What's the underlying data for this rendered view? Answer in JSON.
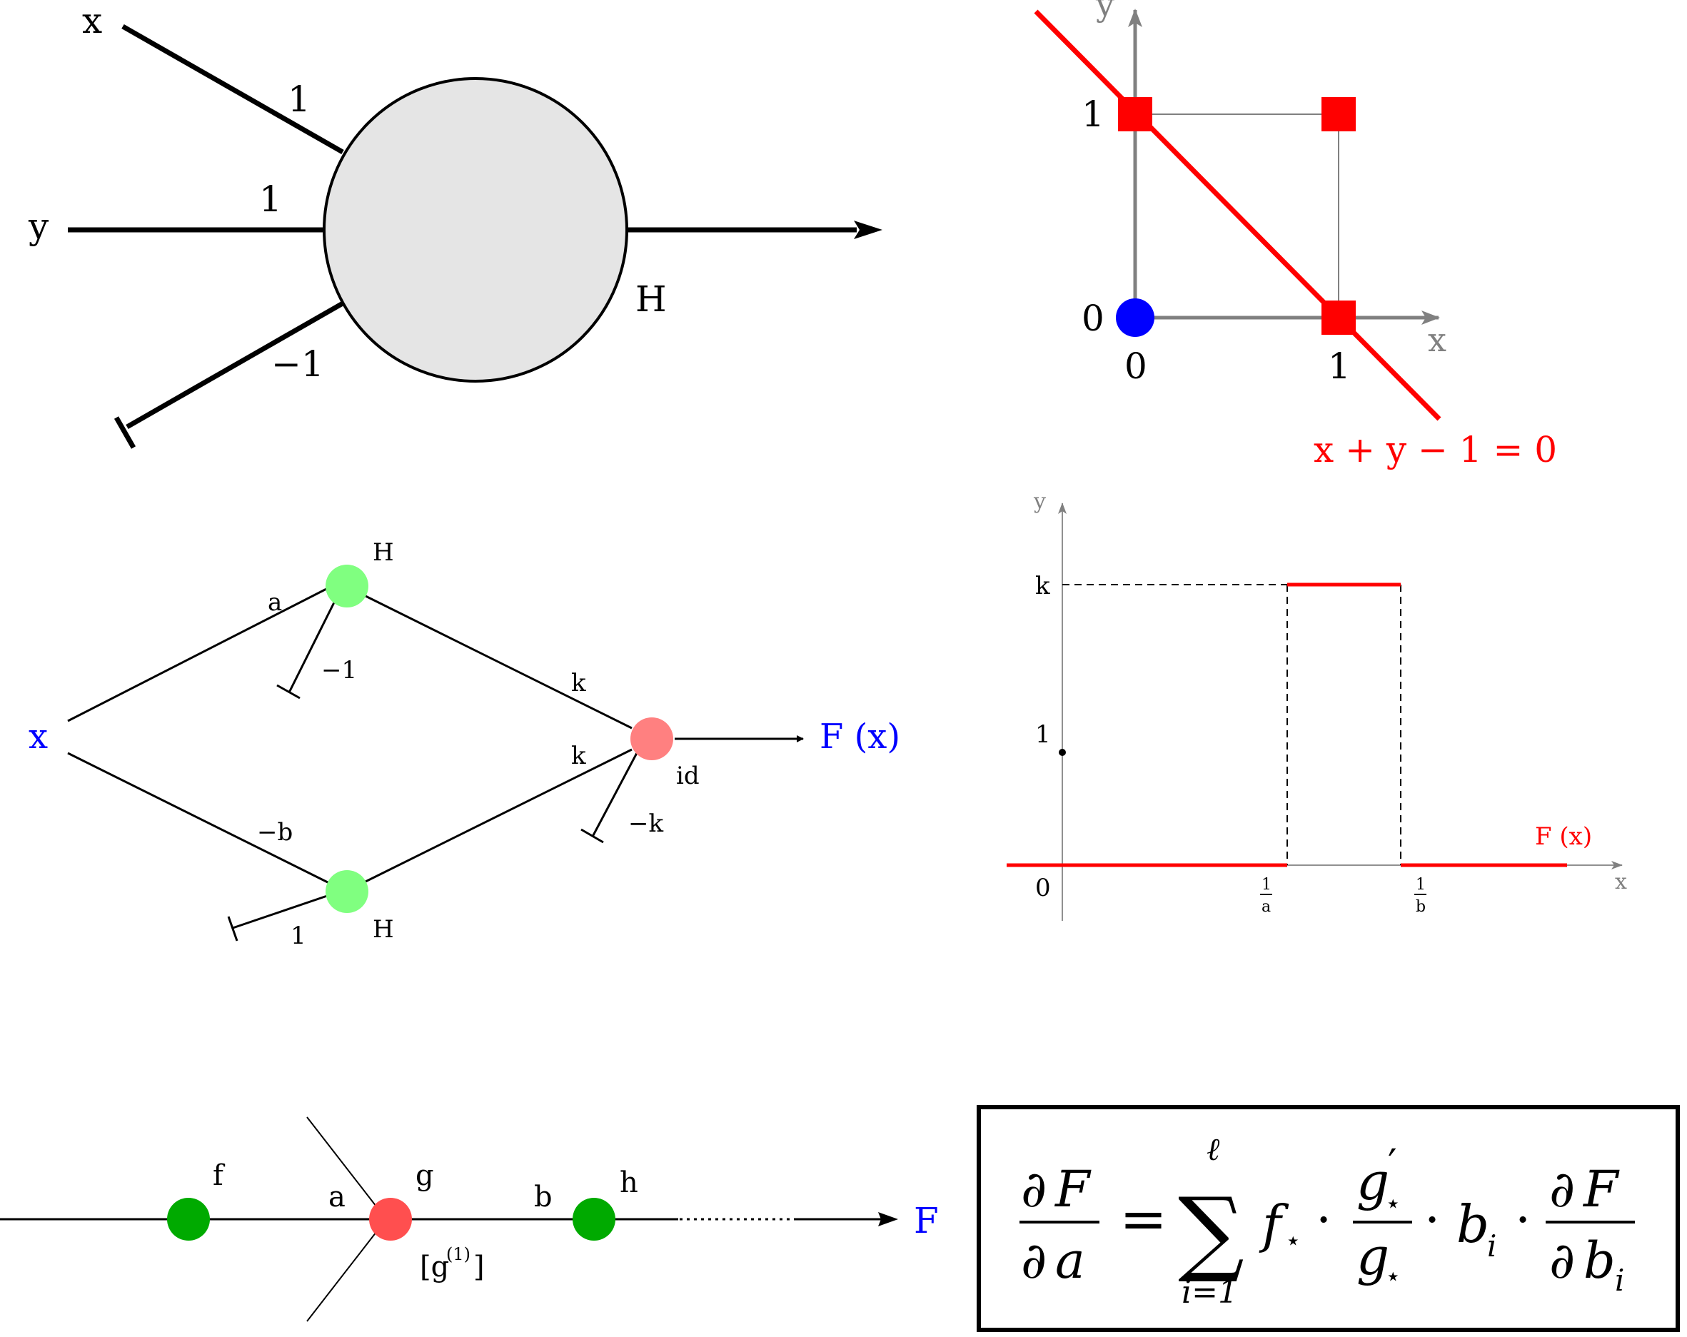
{
  "neuron": {
    "inputs": [
      "x",
      "y"
    ],
    "weight_x": "1",
    "weight_y": "1",
    "bias_weight": "−1",
    "activation": "H"
  },
  "or_plot": {
    "axis_x": "x",
    "axis_y": "y",
    "tick_x0": "0",
    "tick_x1": "1",
    "tick_y0": "0",
    "tick_y1": "1",
    "line_label": "x + y − 1 = 0",
    "colors": {
      "line": "#ff0000",
      "square": "#ff0000",
      "circle": "#0000ff",
      "axis": "#808080"
    }
  },
  "network": {
    "input": "x",
    "top_weight": "a",
    "bottom_weight": "−b",
    "top_bias": "−1",
    "bottom_bias": "1",
    "top_activation": "H",
    "bottom_activation": "H",
    "out_weight_top": "k",
    "out_weight_bottom": "k",
    "out_bias": "−k",
    "out_activation": "id",
    "output": "F (x)",
    "colors": {
      "hidden": "#80ff80",
      "output": "#ff8080",
      "io_text": "#0000ff"
    }
  },
  "step_plot": {
    "axis_x": "x",
    "axis_y": "y",
    "tick_k": "k",
    "tick_1": "1",
    "tick_0": "0",
    "tick_1a_num": "1",
    "tick_1a_den": "a",
    "tick_1b_num": "1",
    "tick_1b_den": "b",
    "func_label": "F (x)",
    "colors": {
      "func": "#ff0000"
    }
  },
  "chain": {
    "node_f": "f",
    "node_g": "g",
    "node_h": "h",
    "weight_a": "a",
    "weight_b": "b",
    "g_base": "[g",
    "g_sup": "(1)",
    "g_close": "]",
    "output": "F",
    "colors": {
      "f": "#00aa00",
      "g": "#ff4f4f",
      "h": "#00aa00",
      "output": "#0000ff"
    }
  },
  "formula": {
    "d1": "∂",
    "F1": "F",
    "d2": "∂",
    "a": "a",
    "eq": "=",
    "sum": "∑",
    "ell": "ℓ",
    "lower": "i=1",
    "f": "f",
    "star1": "⋆",
    "dot1": "·",
    "g_num": "g",
    "prime": "′",
    "star2": "⋆",
    "g_den": "g",
    "star3": "⋆",
    "dot2": "·",
    "b": "b",
    "i1": "i",
    "dot3": "·",
    "d3": "∂",
    "F2": "F",
    "d4": "∂",
    "b2": "b",
    "i2": "i"
  }
}
